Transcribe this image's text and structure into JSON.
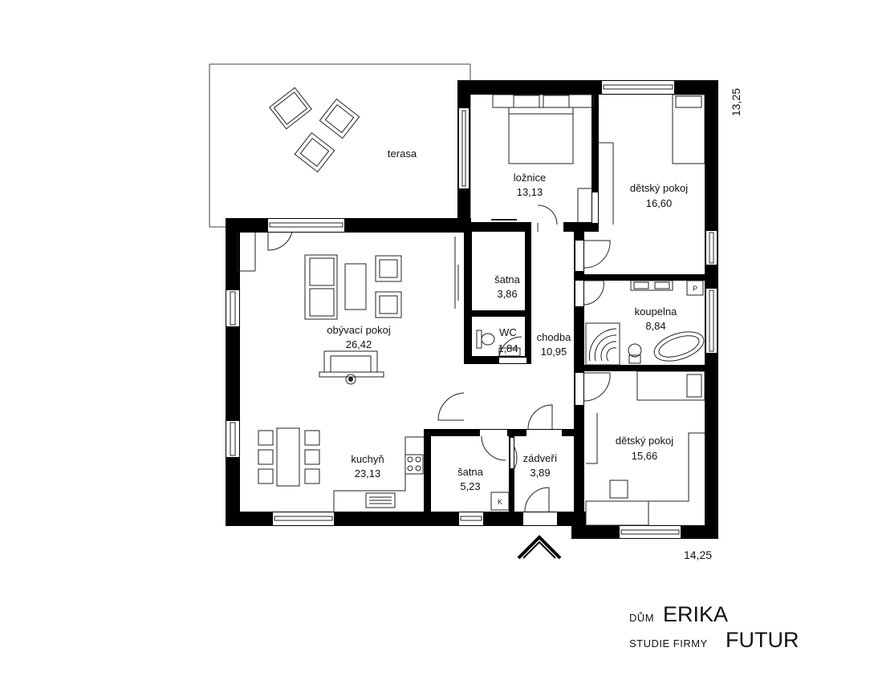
{
  "rooms": {
    "terrace": {
      "name": "terasa"
    },
    "bedroom": {
      "name": "ložnice",
      "area": "13,13"
    },
    "kids_room_top": {
      "name": "dětský pokoj",
      "area": "16,60"
    },
    "closet_top": {
      "name": "šatna",
      "area": "3,86"
    },
    "living_room": {
      "name": "obývací pokoj",
      "area": "26,42"
    },
    "wc": {
      "name": "WC",
      "area": "1,84"
    },
    "hallway": {
      "name": "chodba",
      "area": "10,95"
    },
    "bathroom": {
      "name": "koupelna",
      "area": "8,84"
    },
    "kitchen": {
      "name": "kuchyň",
      "area": "23,13"
    },
    "closet_bottom": {
      "name": "šatna",
      "area": "5,23"
    },
    "back_entry": {
      "name": "zádveří",
      "area": "3,89"
    },
    "kids_room_bottom": {
      "name": "dětský pokoj",
      "area": "15,66"
    }
  },
  "dimensions": {
    "depth": "13,25",
    "width": "14,25"
  },
  "fixtures": {
    "boiler_mark": "P",
    "boiler_mark_2": "K"
  },
  "title_block": {
    "house_prefix": "DŮM",
    "house_name": "ERIKA",
    "studio_prefix": "STUDIE FIRMY",
    "studio_name": "FUTUR"
  }
}
